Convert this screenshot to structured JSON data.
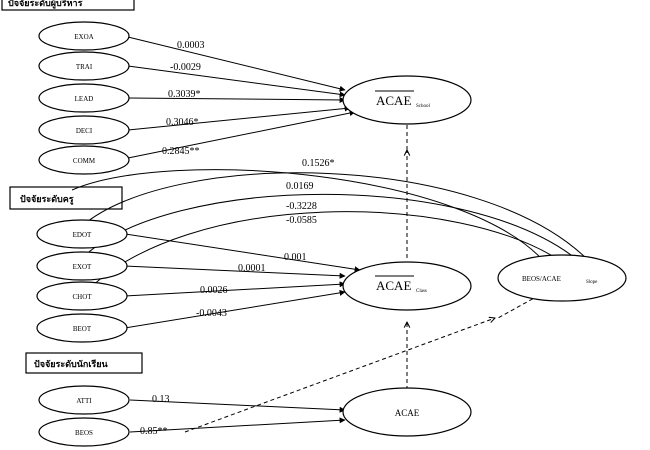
{
  "groups": {
    "school": "ปัจจัยระดับผู้บริหาร",
    "teacher": "ปัจจัยระดับครู",
    "student": "ปัจจัยระดับนักเรียน"
  },
  "nodes": {
    "exoa": "EXOA",
    "trai": "TRAI",
    "lead": "LEAD",
    "deci": "DECI",
    "comm": "COMM",
    "edot": "EDOT",
    "exot": "EXOT",
    "chot": "CHOT",
    "beot": "BEOT",
    "atti": "ATTI",
    "beos": "BEOS",
    "acae_school": "ACAE",
    "acae_school_sub": "School",
    "acae_class": "ACAE",
    "acae_class_sub": "Class",
    "acae": "ACAE",
    "slope": "BEOS/ACAE",
    "slope_sub": "Slope"
  },
  "coefficients": {
    "exoa": "0.0003",
    "trai": "-0.0029",
    "lead": "0.3039*",
    "deci": "0.3046*",
    "comm": "0.2845**",
    "edot_slope": "0.1526*",
    "exot_slope": "0.0169",
    "chot_slope": "-0.3228",
    "beot_slope": "-0.0585",
    "edot_class": "0.001",
    "exot_class": "0.0001",
    "chot_class": "0.0026",
    "beot_class": "-0.0043",
    "atti": "0.13",
    "beos": "0.85**"
  }
}
